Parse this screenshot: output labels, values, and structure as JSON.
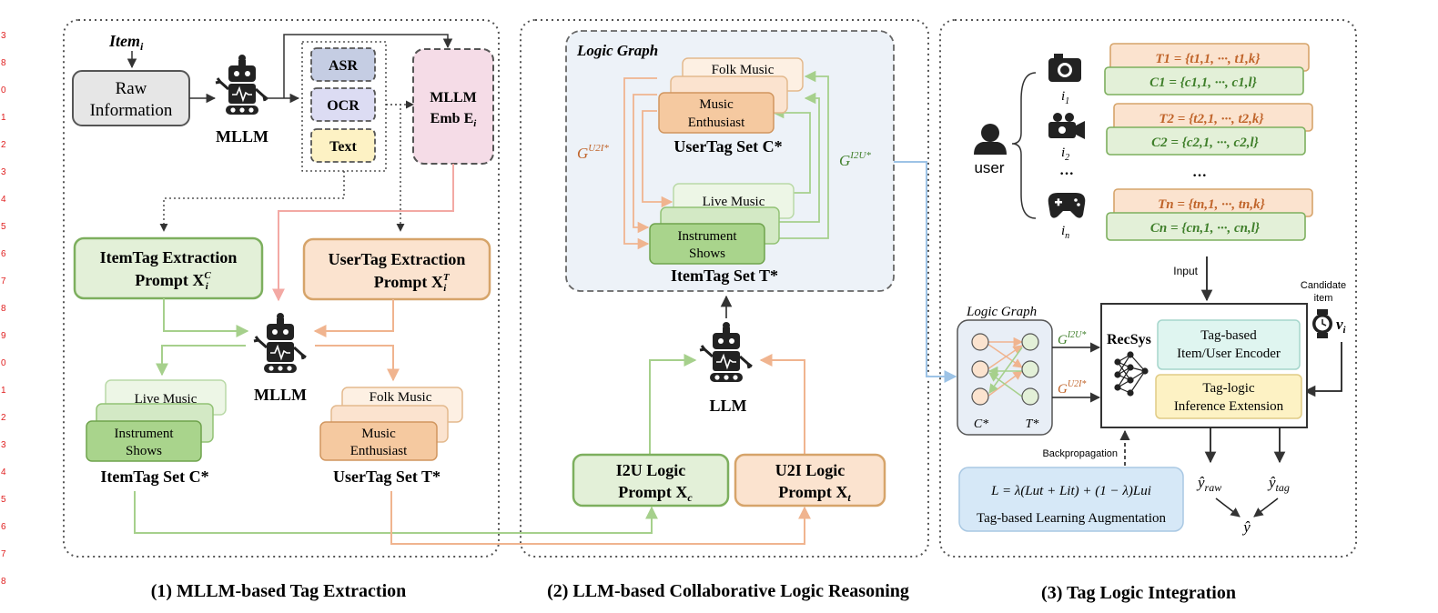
{
  "margin_numbers": [
    "3",
    "8",
    "0",
    "1",
    "2",
    "3",
    "4",
    "5",
    "6",
    "7",
    "8",
    "9",
    "0",
    "1",
    "2",
    "3",
    "4",
    "5",
    "6",
    "7",
    "8"
  ],
  "panel1": {
    "item_label": "Item",
    "item_sub": "i",
    "raw_line1": "Raw",
    "raw_line2": "Information",
    "mllm_label": "MLLM",
    "asr": "ASR",
    "ocr": "OCR",
    "text": "Text",
    "emb_line1": "MLLM",
    "emb_line2": "Emb E",
    "emb_sub": "i",
    "itemtag_prompt_line1": "ItemTag Extraction",
    "itemtag_prompt_line2": "Prompt X",
    "itemtag_prompt_sup": "C",
    "itemtag_prompt_sub": "i",
    "usertag_prompt_line1": "UserTag Extraction",
    "usertag_prompt_line2": "Prompt X",
    "usertag_prompt_sup": "T",
    "usertag_prompt_sub": "i",
    "mllm2_label": "MLLM",
    "live_music": "Live Music",
    "instrument_line1": "Instrument",
    "instrument_line2": "Shows",
    "itemtag_set": "ItemTag Set C*",
    "folk_music": "Folk Music",
    "enthusiast_line1": "Music",
    "enthusiast_line2": "Enthusiast",
    "usertag_set": "UserTag Set T*",
    "caption": "(1) MLLM-based Tag Extraction"
  },
  "panel2": {
    "logic_graph_title": "Logic Graph",
    "folk_music": "Folk Music",
    "enthusiast_line1": "Music",
    "enthusiast_line2": "Enthusiast",
    "usertag_set": "UserTag Set C*",
    "live_music": "Live Music",
    "instrument_line1": "Instrument",
    "instrument_line2": "Shows",
    "itemtag_set": "ItemTag Set T*",
    "g_u2i": "G",
    "g_u2i_sup": "U2I*",
    "g_i2u": "G",
    "g_i2u_sup": "I2U*",
    "llm_label": "LLM",
    "i2u_line1": "I2U Logic",
    "i2u_line2": "Prompt X",
    "i2u_sub": "c",
    "u2i_line1": "U2I Logic",
    "u2i_line2": "Prompt X",
    "u2i_sub": "t",
    "caption": "(2) LLM-based Collaborative Logic Reasoning"
  },
  "panel3": {
    "user_label": "user",
    "items": [
      {
        "sub": "1",
        "t": "T1 = {t1,1, ···, t1,k}",
        "c": "C1 = {c1,1, ···, c1,l}"
      },
      {
        "sub": "2",
        "t": "T2 = {t2,1, ···, t2,k}",
        "c": "C2 = {c2,1, ···, c2,l}"
      },
      {
        "sub": "n",
        "t": "Tn = {tn,1, ···, tn,k}",
        "c": "Cn = {cn,1, ···, cn,l}"
      }
    ],
    "dots": "···",
    "input_label": "Input",
    "candidate_line1": "Candidate",
    "candidate_line2": "item",
    "candidate_v": "v",
    "candidate_sub": "i",
    "logic_graph_title": "Logic Graph",
    "c_star": "C*",
    "t_star": "T*",
    "g_i2u": "G",
    "g_i2u_sup": "I2U*",
    "g_u2i": "G",
    "g_u2i_sup": "U2I*",
    "recsys": "RecSys",
    "encoder_line1": "Tag-based",
    "encoder_line2": "Item/User Encoder",
    "inference_line1": "Tag-logic",
    "inference_line2": "Inference Extension",
    "backprop": "Backpropagation",
    "loss_formula": "L = λ(Lut + Lit) + (1 − λ)Lui",
    "loss_caption": "Tag-based Learning Augmentation",
    "y_raw": "ŷ",
    "y_raw_sub": "raw",
    "y_tag": "ŷ",
    "y_tag_sub": "tag",
    "y_hat": "ŷ",
    "caption": "(3) Tag Logic Integration"
  },
  "colors": {
    "green_fill": "#e3f0d8",
    "green_stroke": "#7daf5e",
    "orange_fill": "#fbe3cf",
    "orange_stroke": "#d6a46a",
    "green_arrow": "#a6d08c",
    "orange_arrow": "#f0b48f",
    "pink_arrow": "#f3a9a4",
    "blue_arrow": "#9dc3e6",
    "green_text": "#3f7f2a",
    "orange_text": "#c0642a"
  }
}
